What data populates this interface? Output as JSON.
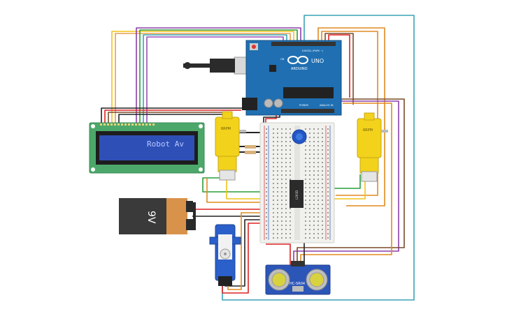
{
  "lcd": {
    "text": "Robot Av"
  },
  "arduino": {
    "brand": "ARDUINO",
    "model": "UNO",
    "digital_label": "DIGITAL (PWM ~)",
    "power_label": "POWER",
    "analog_label": "ANALOG IN",
    "onoff": "ON"
  },
  "battery": {
    "label": "9V"
  },
  "motor_left": {
    "label": "6RPM"
  },
  "motor_right": {
    "label": "6RPM"
  },
  "driver_chip": {
    "label": "L293D"
  },
  "ultrasonic": {
    "label": "HC-SR04"
  },
  "colors": {
    "arduino_blue": "#1f6fb2",
    "breadboard": "#f1f1ee",
    "lcd_green": "#4ca86a",
    "lcd_screen": "#2e4fb6",
    "motor_yellow": "#f3d21b",
    "battery_body": "#3a3a3a",
    "battery_cap": "#d9924a",
    "servo_blue": "#2b5fc9",
    "sensor_blue": "#2c55b8"
  }
}
